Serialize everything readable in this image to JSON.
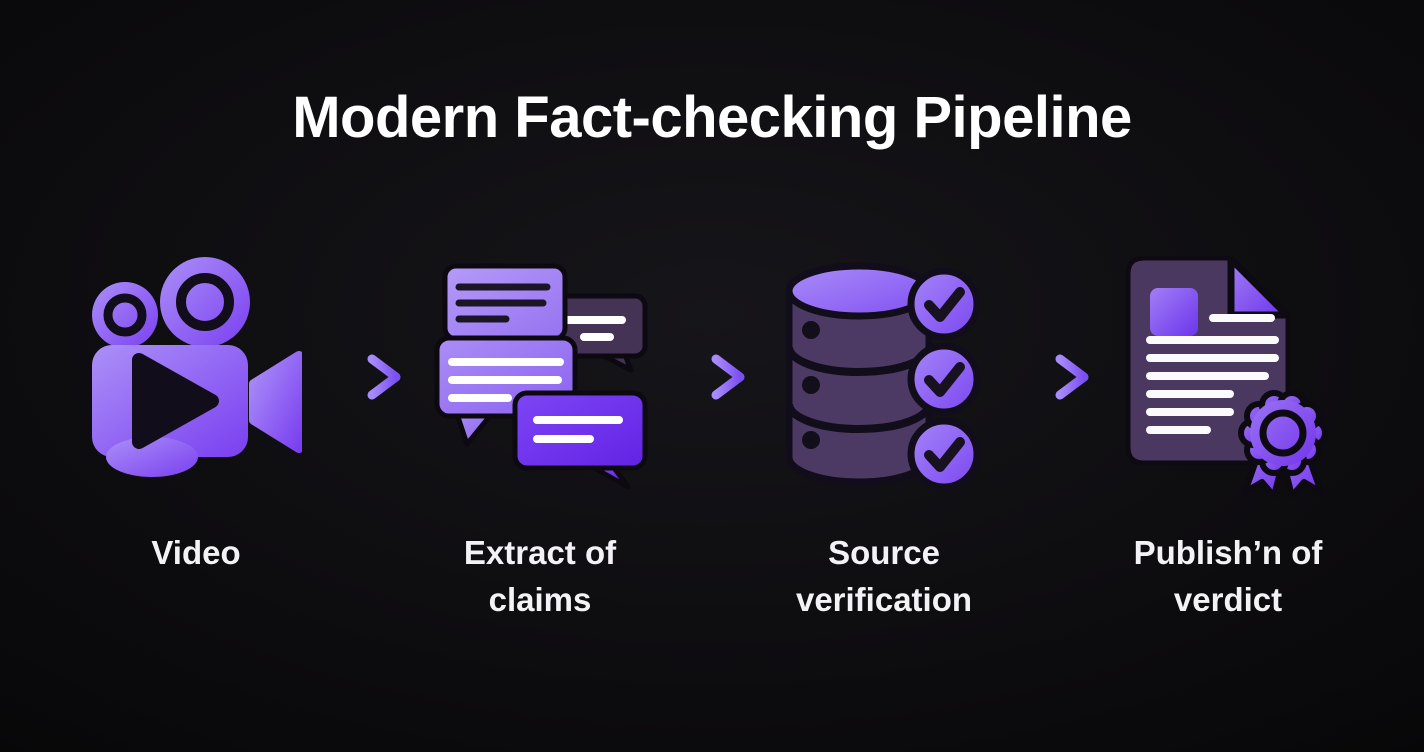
{
  "title": "Modern Fact-checking Pipeline",
  "colors": {
    "background": "#0a0a0a",
    "title_text": "#ffffff",
    "label_text": "#f3f2f6",
    "accent_light": "#a98df8",
    "accent_vivid": "#7a3ff0",
    "muted_panel": "#4c3a64",
    "dark_outline": "#120d1a"
  },
  "pipeline": {
    "steps": [
      {
        "label": "Video",
        "icon": "video-camera-icon"
      },
      {
        "label": "Extract of claims",
        "icon": "chat-bubbles-icon"
      },
      {
        "label": "Source verification",
        "icon": "database-checkmarks-icon"
      },
      {
        "label": "Publish’n of verdict",
        "icon": "document-award-icon"
      }
    ],
    "connector_icon": "arrow-right-icon"
  }
}
